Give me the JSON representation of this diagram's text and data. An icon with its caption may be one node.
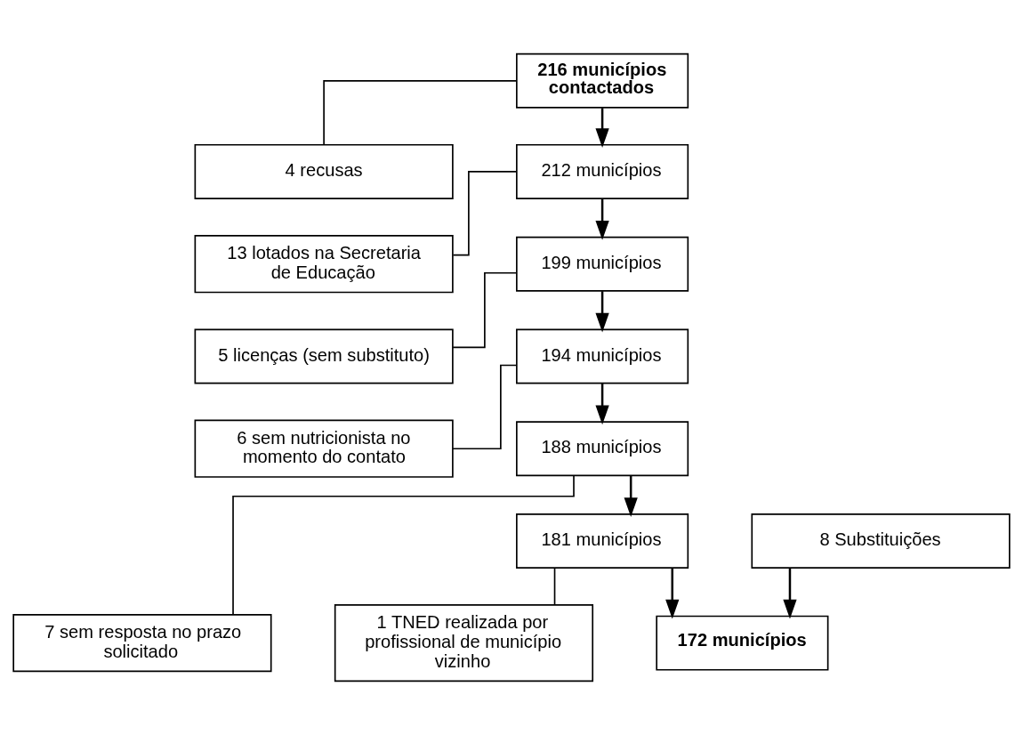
{
  "diagram": {
    "nodes": [
      {
        "text": [
          "216 municípios contactados"
        ]
      },
      {
        "text": [
          "4 recusas"
        ]
      },
      {
        "text": [
          "212 municípios"
        ]
      },
      {
        "text": [
          "13 lotados na Secretaria de Educação"
        ]
      },
      {
        "text": [
          "199 municípios"
        ]
      },
      {
        "text": [
          "5 licenças (sem substituto)"
        ]
      },
      {
        "text": [
          "194 municípios"
        ]
      },
      {
        "text": [
          "6 sem nutricionista no momento do contato"
        ]
      },
      {
        "text": [
          "188 municípios"
        ]
      },
      {
        "text": [
          "7 sem resposta no prazo solicitado"
        ]
      },
      {
        "text": [
          "181 municípios"
        ]
      },
      {
        "text": [
          "1 TNED realizada por profissional de município vizinho"
        ]
      },
      {
        "text": [
          "8 Substituições"
        ]
      },
      {
        "text": [
          "172 municípios"
        ]
      }
    ],
    "edges": [
      {
        "from": 0,
        "to": 2,
        "arrow": "to"
      },
      {
        "from": 0,
        "to": 1,
        "arrow": "none"
      },
      {
        "from": 2,
        "to": 4,
        "arrow": "to"
      },
      {
        "from": 2,
        "to": 3,
        "arrow": "none"
      },
      {
        "from": 4,
        "to": 6,
        "arrow": "to"
      },
      {
        "from": 4,
        "to": 5,
        "arrow": "none"
      },
      {
        "from": 6,
        "to": 8,
        "arrow": "to"
      },
      {
        "from": 6,
        "to": 7,
        "arrow": "none"
      },
      {
        "from": 8,
        "to": 10,
        "arrow": "to"
      },
      {
        "from": 8,
        "to": 9,
        "arrow": "none"
      },
      {
        "from": 10,
        "to": 13,
        "arrow": "to"
      },
      {
        "from": 10,
        "to": 11,
        "arrow": "none"
      },
      {
        "from": 12,
        "to": 13,
        "arrow": "to"
      }
    ]
  }
}
